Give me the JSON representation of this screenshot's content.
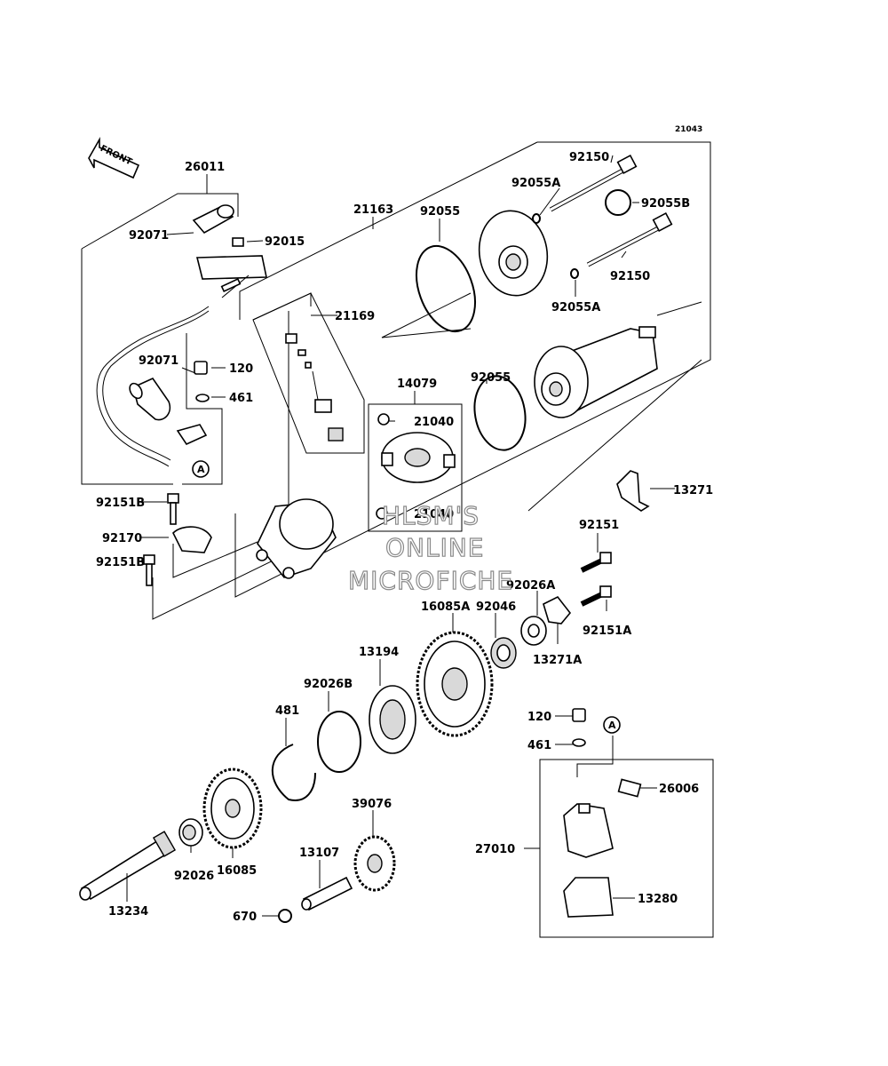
{
  "corner_code": "21043",
  "front_label": "FRONT",
  "callout_a": "A",
  "watermark": [
    "HLSM'S",
    "ONLINE",
    "MICROFICHE"
  ],
  "labels": {
    "p26011": "26011",
    "p92071_top": "92071",
    "p92015": "92015",
    "p21163": "21163",
    "p92150_top": "92150",
    "p92055A_top": "92055A",
    "p92055B": "92055B",
    "p92055_top": "92055",
    "p92150_mid": "92150",
    "p92055A_mid": "92055A",
    "p21169": "21169",
    "p92071_mid": "92071",
    "p120_top": "120",
    "p461_top": "461",
    "p14079": "14079",
    "p21040_a": "21040",
    "p21040_b": "21040",
    "p92055_mid": "92055",
    "p13271": "13271",
    "p92151B_a": "92151B",
    "p92170": "92170",
    "p92151B_b": "92151B",
    "p92151": "92151",
    "p92026A": "92026A",
    "p16085A": "16085A",
    "p92046": "92046",
    "p92151A": "92151A",
    "p13271A": "13271A",
    "p13194": "13194",
    "p92026B": "92026B",
    "p481": "481",
    "p120_bot": "120",
    "p461_bot": "461",
    "p26006": "26006",
    "p27010": "27010",
    "p39076": "39076",
    "p13107": "13107",
    "p92026": "92026",
    "p16085": "16085",
    "p13234": "13234",
    "p670": "670",
    "p13280": "13280"
  }
}
